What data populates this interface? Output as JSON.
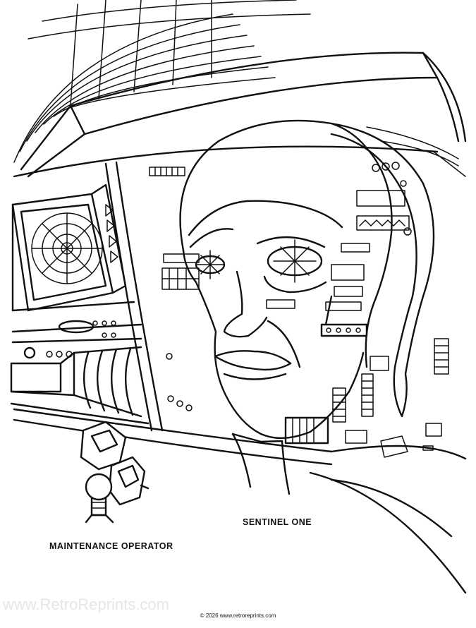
{
  "labels": {
    "sentinel": "SENTINEL ONE",
    "maintenance": "MAINTENANCE OPERATOR"
  },
  "footer": {
    "watermark": "www.RetroReprints.com",
    "copyright": "© 2026 www.retroreprints.com"
  },
  "colors": {
    "ink": "#111111",
    "paper": "#ffffff",
    "watermark": "#e6e6e6"
  }
}
